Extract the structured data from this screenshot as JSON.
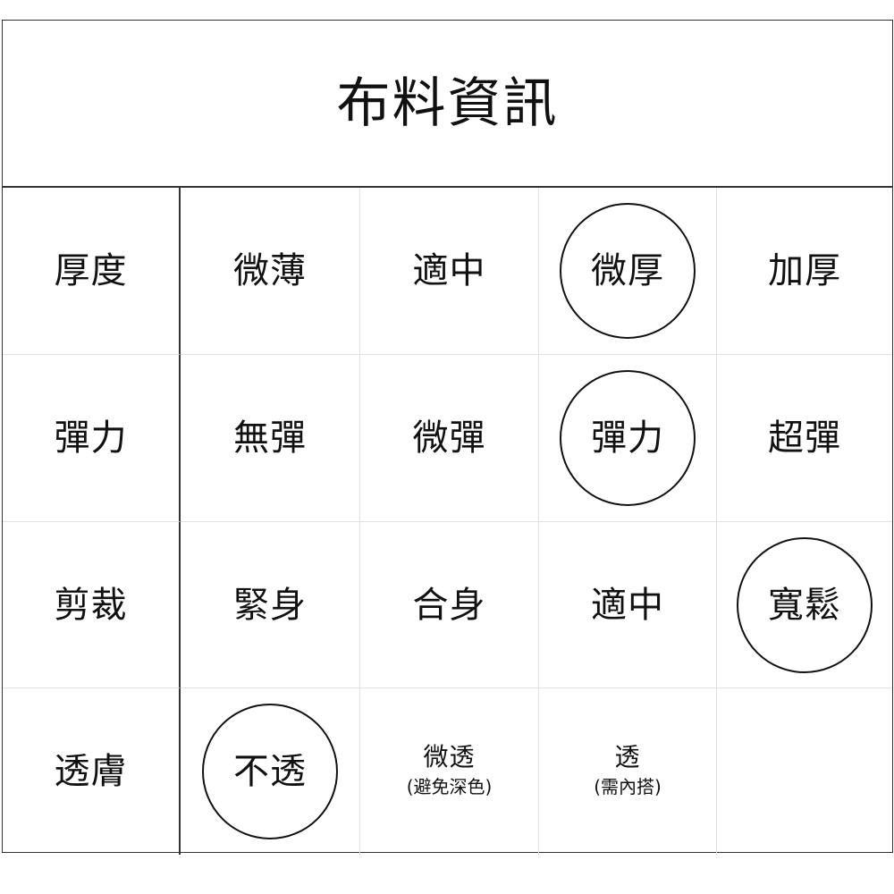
{
  "title": "布料資訊",
  "colors": {
    "border": "#333333",
    "gridline": "#e2e2e2",
    "text": "#111111",
    "selected_ring": "#111111"
  },
  "rows": [
    {
      "label": "厚度",
      "options": [
        {
          "text": "微薄",
          "sub": "",
          "selected": false
        },
        {
          "text": "適中",
          "sub": "",
          "selected": false
        },
        {
          "text": "微厚",
          "sub": "",
          "selected": true
        },
        {
          "text": "加厚",
          "sub": "",
          "selected": false
        }
      ]
    },
    {
      "label": "彈力",
      "options": [
        {
          "text": "無彈",
          "sub": "",
          "selected": false
        },
        {
          "text": "微彈",
          "sub": "",
          "selected": false
        },
        {
          "text": "彈力",
          "sub": "",
          "selected": true
        },
        {
          "text": "超彈",
          "sub": "",
          "selected": false
        }
      ]
    },
    {
      "label": "剪裁",
      "options": [
        {
          "text": "緊身",
          "sub": "",
          "selected": false
        },
        {
          "text": "合身",
          "sub": "",
          "selected": false
        },
        {
          "text": "適中",
          "sub": "",
          "selected": false
        },
        {
          "text": "寬鬆",
          "sub": "",
          "selected": true
        }
      ]
    },
    {
      "label": "透膚",
      "options": [
        {
          "text": "不透",
          "sub": "",
          "selected": true
        },
        {
          "text": "微透",
          "sub": "(避免深色)",
          "selected": false
        },
        {
          "text": "透",
          "sub": "(需內搭)",
          "selected": false
        },
        {
          "text": "",
          "sub": "",
          "selected": false
        }
      ]
    }
  ]
}
